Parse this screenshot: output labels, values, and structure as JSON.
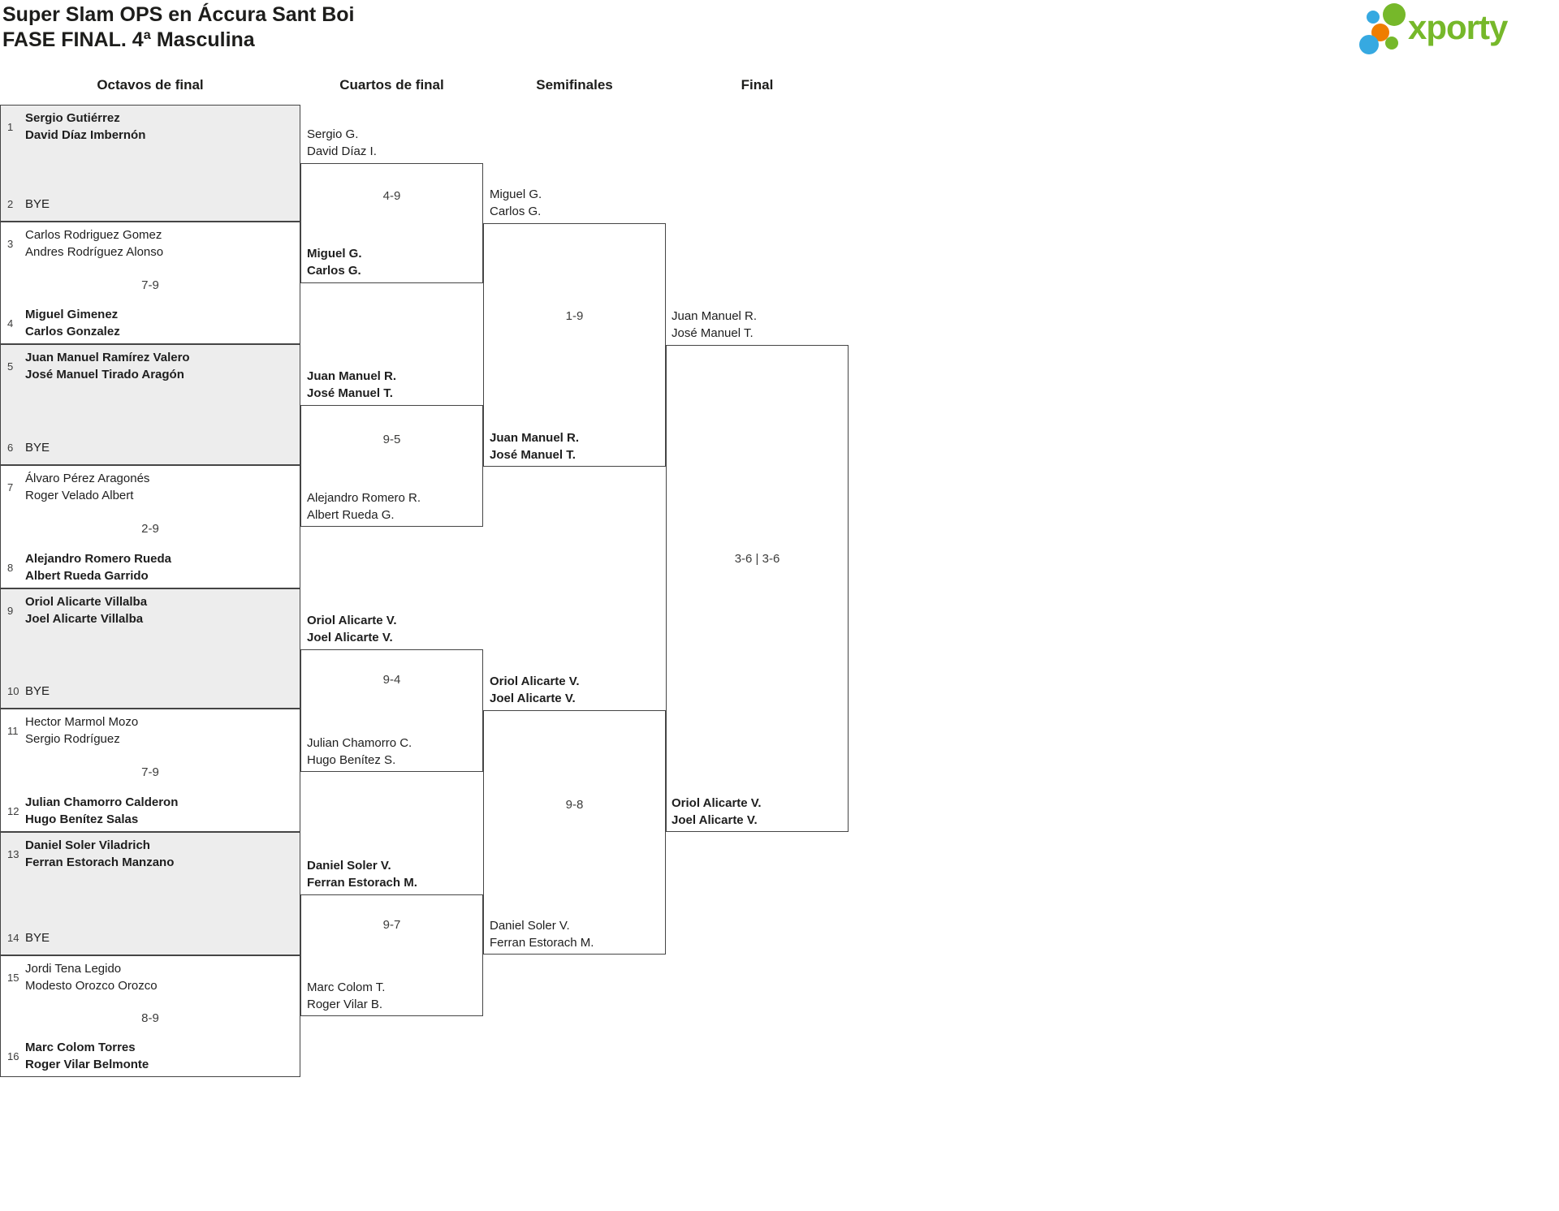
{
  "title": {
    "line1": "Super Slam OPS en Áccura Sant Boi",
    "line2": "FASE FINAL. 4ª Masculina"
  },
  "logo": {
    "brand": "xporty"
  },
  "colors": {
    "brand_green": "#76b82a",
    "brand_blue": "#36a9e1",
    "brand_orange": "#ef7d00",
    "box_gray": "#ededed",
    "line": "#454545",
    "text": "#1d1d1b"
  },
  "round_headers": [
    "Octavos de final",
    "Cuartos de final",
    "Semifinales",
    "Final"
  ],
  "octavos": [
    {
      "seed": "1",
      "p1": "Sergio Gutiérrez",
      "p2": "David Díaz Imbernón"
    },
    {
      "seed": "2",
      "p1": "BYE",
      "p2": ""
    },
    {
      "seed": "3",
      "p1": "Carlos Rodriguez Gomez",
      "p2": "Andres Rodríguez Alonso"
    },
    {
      "seed": "4",
      "p1": "Miguel Gimenez",
      "p2": "Carlos Gonzalez"
    },
    {
      "seed": "5",
      "p1": "Juan Manuel Ramírez Valero",
      "p2": "José Manuel Tirado Aragón"
    },
    {
      "seed": "6",
      "p1": "BYE",
      "p2": ""
    },
    {
      "seed": "7",
      "p1": "Álvaro Pérez Aragonés",
      "p2": "Roger Velado Albert"
    },
    {
      "seed": "8",
      "p1": "Alejandro Romero Rueda",
      "p2": "Albert Rueda Garrido"
    },
    {
      "seed": "9",
      "p1": "Oriol Alicarte Villalba",
      "p2": "Joel Alicarte Villalba"
    },
    {
      "seed": "10",
      "p1": "BYE",
      "p2": ""
    },
    {
      "seed": "11",
      "p1": "Hector Marmol Mozo",
      "p2": "Sergio Rodríguez"
    },
    {
      "seed": "12",
      "p1": "Julian Chamorro Calderon",
      "p2": "Hugo Benítez Salas"
    },
    {
      "seed": "13",
      "p1": "Daniel Soler Viladrich",
      "p2": "Ferran Estorach Manzano"
    },
    {
      "seed": "14",
      "p1": "BYE",
      "p2": ""
    },
    {
      "seed": "15",
      "p1": "Jordi Tena Legido",
      "p2": "Modesto Orozco Orozco"
    },
    {
      "seed": "16",
      "p1": "Marc Colom Torres",
      "p2": "Roger Vilar Belmonte"
    }
  ],
  "octavos_scores": [
    "",
    "7-9",
    "",
    "2-9",
    "",
    "7-9",
    "",
    "8-9"
  ],
  "cuartos": [
    {
      "top1": "Sergio G.",
      "top2": "David Díaz I.",
      "score": "4-9",
      "bot1": "Miguel G.",
      "bot2": "Carlos G."
    },
    {
      "top1": "Juan Manuel R.",
      "top2": "José Manuel T.",
      "score": "9-5",
      "bot1": "Alejandro Romero R.",
      "bot2": "Albert Rueda G."
    },
    {
      "top1": "Oriol Alicarte V.",
      "top2": "Joel Alicarte V.",
      "score": "9-4",
      "bot1": "Julian Chamorro C.",
      "bot2": "Hugo Benítez S."
    },
    {
      "top1": "Daniel Soler V.",
      "top2": "Ferran Estorach M.",
      "score": "9-7",
      "bot1": "Marc Colom T.",
      "bot2": "Roger Vilar B."
    }
  ],
  "semis": [
    {
      "top1": "Miguel G.",
      "top2": "Carlos G.",
      "score": "1-9",
      "bot1": "Juan Manuel R.",
      "bot2": "José Manuel T."
    },
    {
      "top1": "Oriol Alicarte V.",
      "top2": "Joel Alicarte V.",
      "score": "9-8",
      "bot1": "Daniel Soler V.",
      "bot2": "Ferran Estorach M."
    }
  ],
  "final": {
    "top1": "Juan Manuel R.",
    "top2": "José Manuel T.",
    "score": "3-6 | 3-6",
    "bot1": "Oriol Alicarte V.",
    "bot2": "Joel Alicarte V."
  }
}
